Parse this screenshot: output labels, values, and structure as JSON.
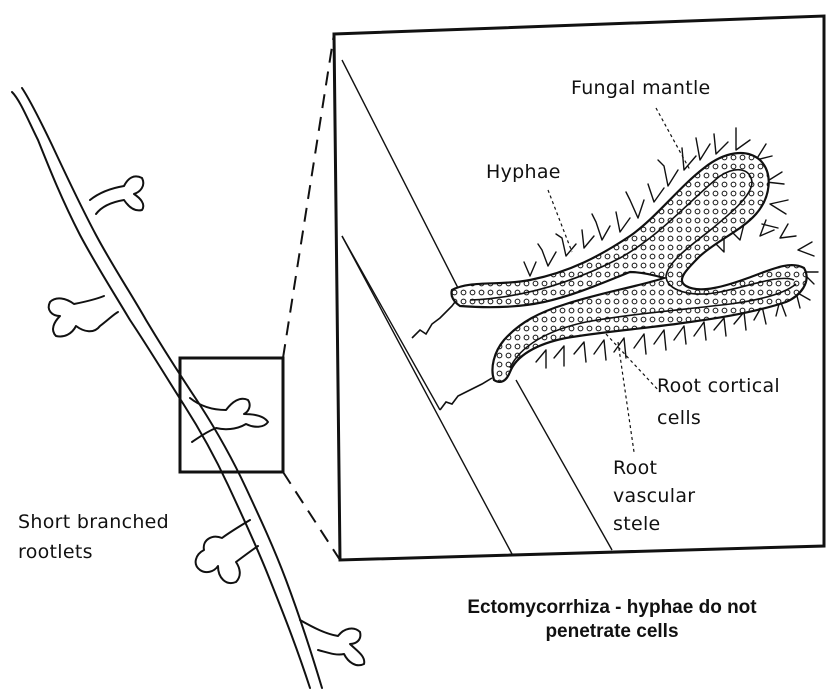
{
  "labels": {
    "fungal_mantle": "Fungal mantle",
    "hyphae": "Hyphae",
    "short_branched_1": "Short branched",
    "short_branched_2": "rootlets",
    "root_cortical_1": "Root cortical",
    "root_cortical_2": "cells",
    "root_vascular_1": "Root",
    "root_vascular_2": "vascular",
    "root_vascular_3": "stele"
  },
  "caption": {
    "line1": "Ectomycorrhiza - hyphae do not",
    "line2": "penetrate cells"
  },
  "colors": {
    "ink": "#111111",
    "background": "#ffffff"
  }
}
